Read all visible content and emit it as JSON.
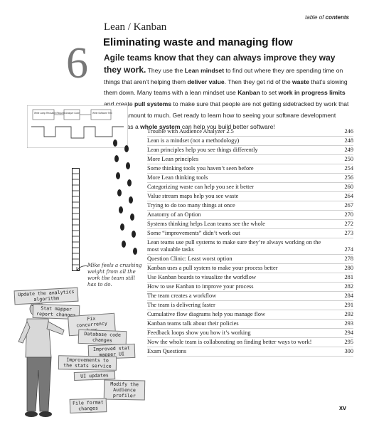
{
  "header": {
    "toc_word1": "table",
    "toc_word2": "of",
    "toc_word3": "contents"
  },
  "chapter": {
    "number": "6",
    "kicker": "Lean / Kanban",
    "title": "Eliminating waste and managing flow"
  },
  "intro": {
    "lead": "Agile teams know that they can always improve they way they work.",
    "p1": " They use the ",
    "b1": "Lean mindset",
    "p2": " to find out where they are spending time on things that aren’t helping them ",
    "b2": "deliver value",
    "p3": ". Then they get rid of the ",
    "b3": "waste",
    "p4": " that’s slowing them down.  Many teams with a lean mindset use ",
    "b4": "Kanban",
    "p5": " to set ",
    "b5": "work in progress limits",
    "p6": " and create ",
    "b6": "pull systems",
    "p7": " to make sure that people are not getting sidetracked by work that doesn’t amount to much. Get ready to learn how to seeing your software development process as a ",
    "b7": "whole system",
    "p8": " can help you build better software!"
  },
  "toc": [
    {
      "title": "Trouble with Audience Analyzer 2.5",
      "page": "246"
    },
    {
      "title": "Lean is a mindset (not a methodology)",
      "page": "248"
    },
    {
      "title": "Lean principles help you see things differently",
      "page": "249"
    },
    {
      "title": "More Lean principles",
      "page": "250"
    },
    {
      "title": "Some thinking tools you haven’t seen before",
      "page": "254"
    },
    {
      "title": "More Lean thinking tools",
      "page": "256"
    },
    {
      "title": "Categorizing waste can help you see it better",
      "page": "260"
    },
    {
      "title": "Value stream maps help you see waste",
      "page": "264"
    },
    {
      "title": "Trying to do too many things at once",
      "page": "267"
    },
    {
      "title": "Anatomy of an Option",
      "page": "270"
    },
    {
      "title": "Systems thinking helps Lean teams see the whole",
      "page": "272"
    },
    {
      "title": "Some “improvements” didn’t work out",
      "page": "273"
    },
    {
      "title": "Lean teams use pull systems to make sure they’re always working on the most valuable tasks",
      "page": "274"
    },
    {
      "title": "Question Clinic: Least worst option",
      "page": "278"
    },
    {
      "title": "Kanban uses a pull system to make your process better",
      "page": "280"
    },
    {
      "title": "Use Kanban boards to visualize the workflow",
      "page": "281"
    },
    {
      "title": "How to use Kanban to improve your process",
      "page": "282"
    },
    {
      "title": "The team creates a workflow",
      "page": "284"
    },
    {
      "title": "The team is delivering faster",
      "page": "291"
    },
    {
      "title": "Cumulative flow diagrams help you manage flow",
      "page": "292"
    },
    {
      "title": "Kanban teams talk about their policies",
      "page": "293"
    },
    {
      "title": "Feedback loops show you how it’s working",
      "page": "294"
    },
    {
      "title": "Now the whole team is collaborating on finding better ways to work!",
      "page": "295"
    },
    {
      "title": "Exam Questions",
      "page": "300"
    }
  ],
  "handwriting": "Mike feels a crushing weight from all the work the team still has to do.",
  "sticky_notes": [
    "Update the analytics algorithm",
    "Stat mapper report changes",
    "Fix concurrency bugs",
    "Database code changes",
    "Improved stat mapper UI",
    "Improvements to the stats service",
    "UI updates",
    "Modify the Audience profiler",
    "File format changes"
  ],
  "vsm_labels": [
    "Write Lamp Reusable Request",
    "Analyze Code",
    "Write Software Test"
  ],
  "page_number": "xv"
}
